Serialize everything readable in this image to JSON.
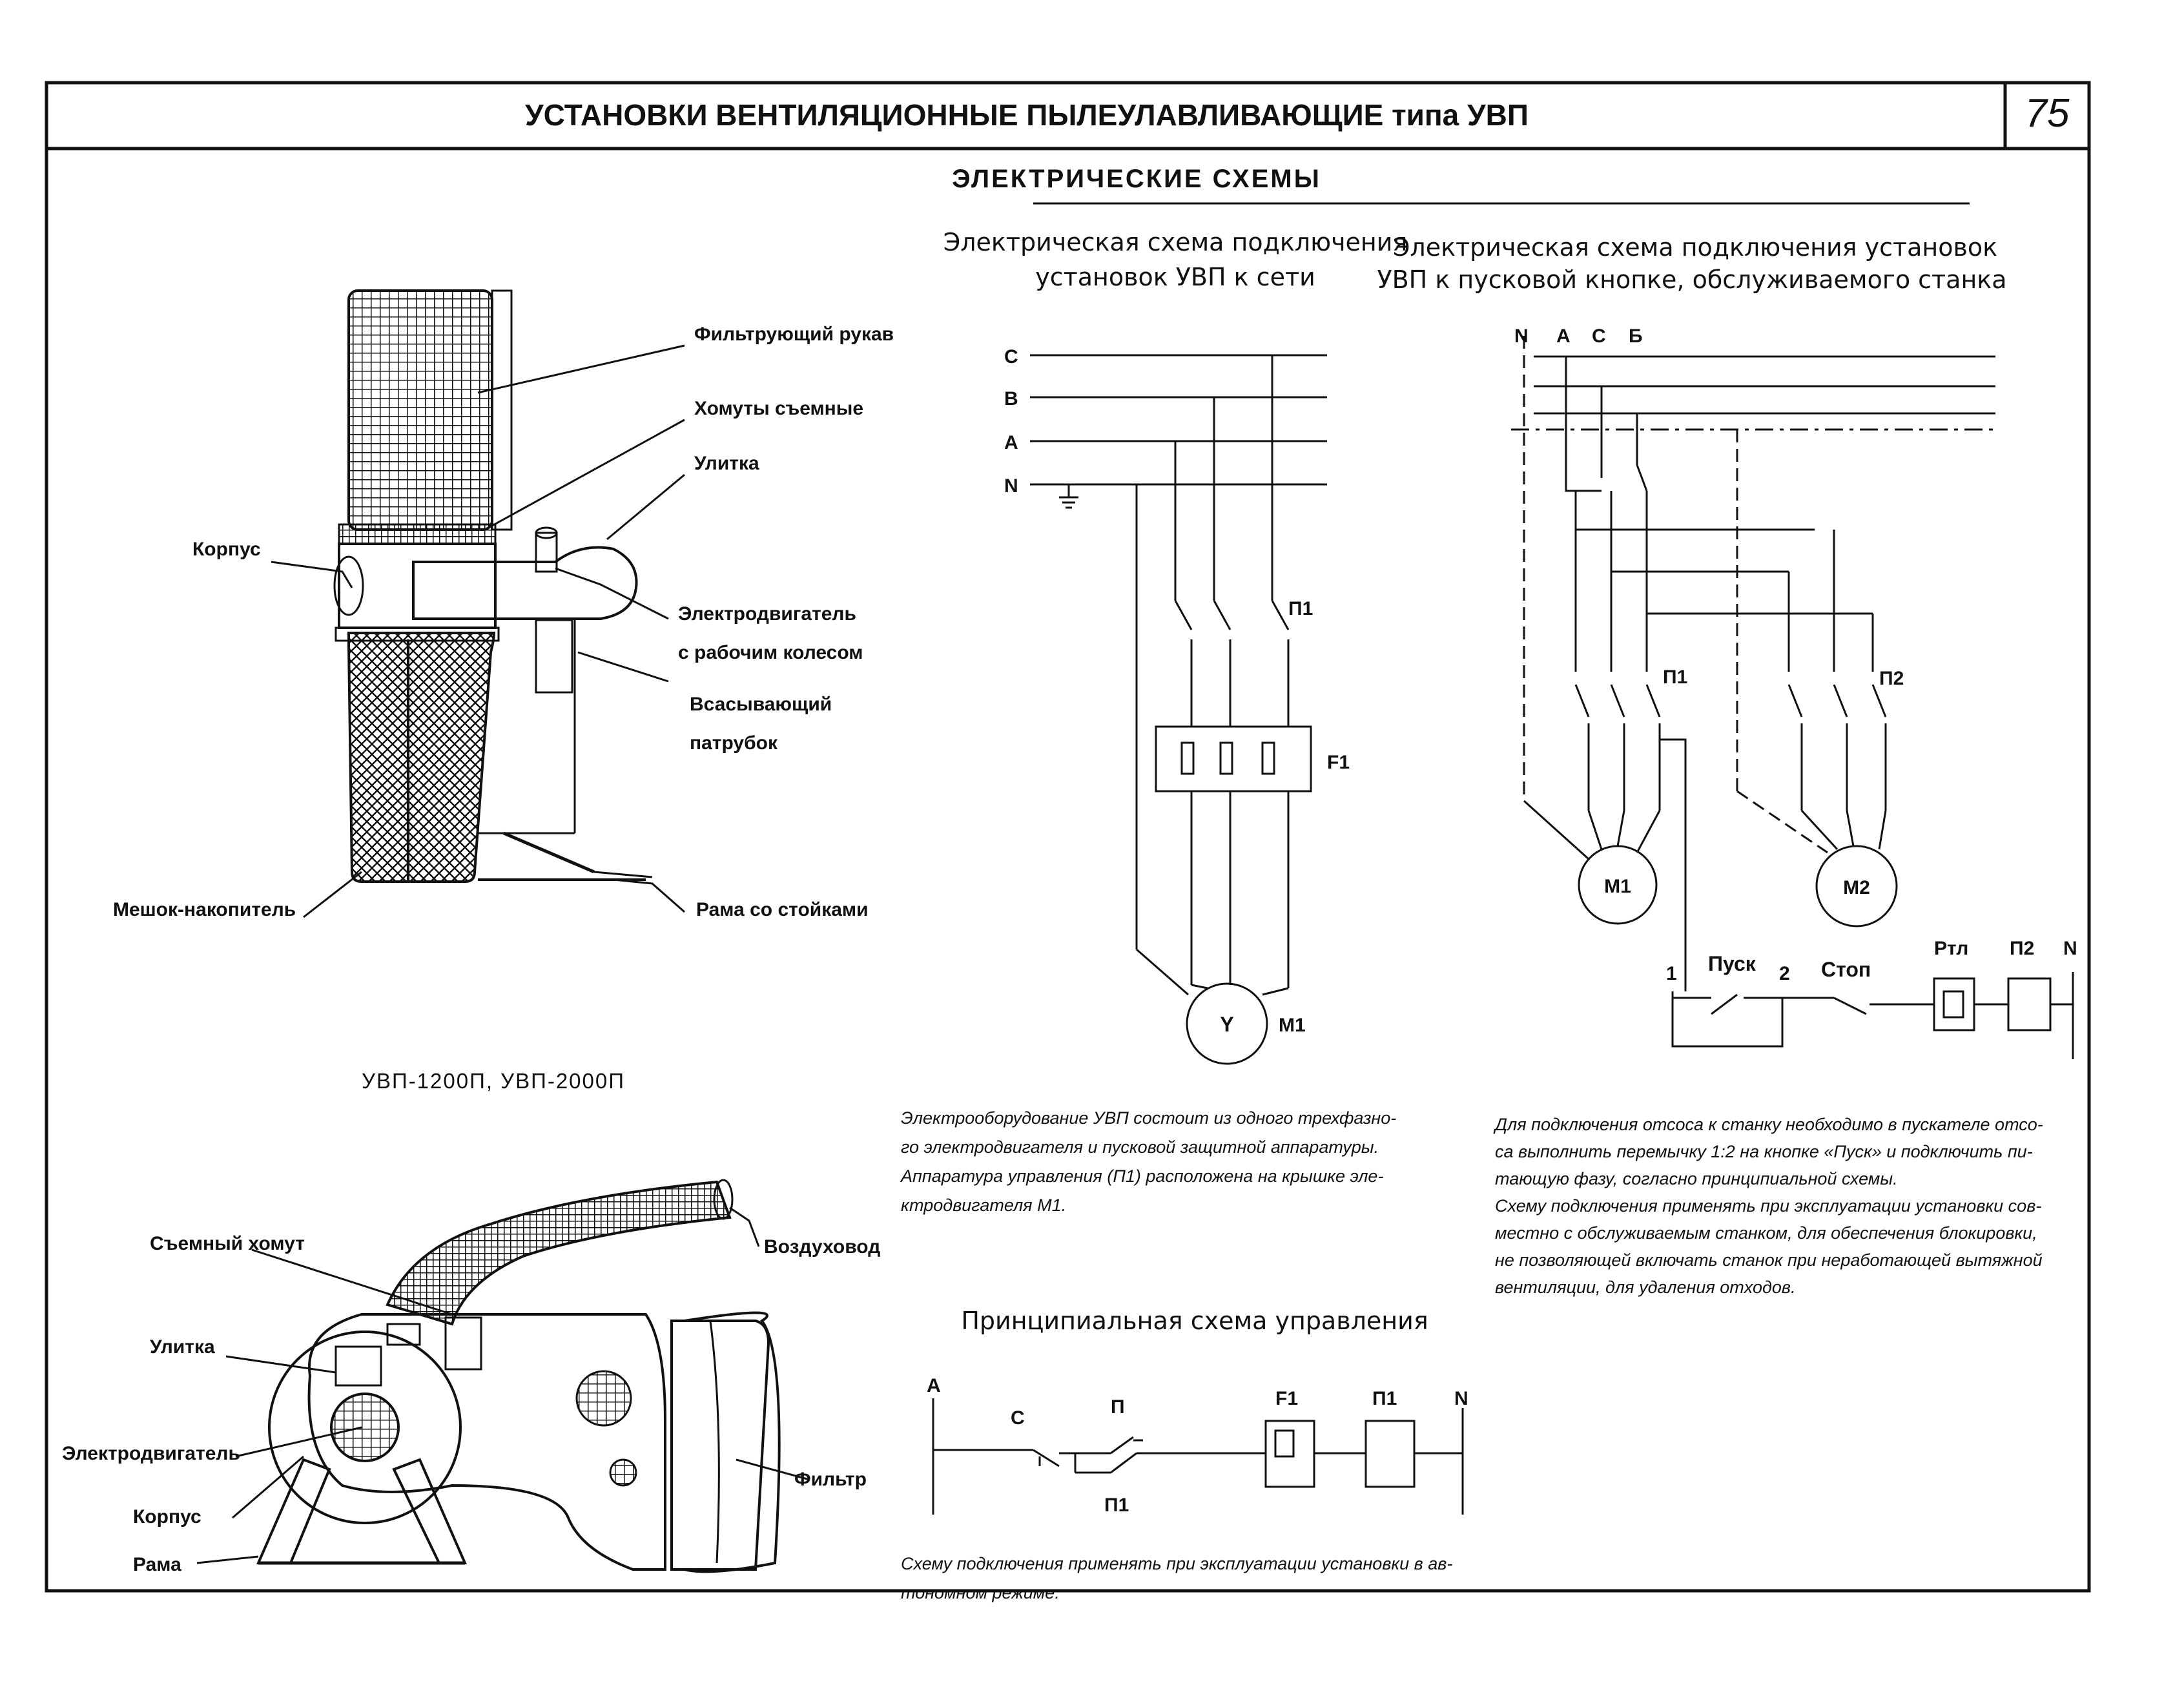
{
  "header": {
    "title": "УСТАНОВКИ ВЕНТИЛЯЦИОННЫЕ ПЫЛЕУЛАВЛИВАЮЩИЕ типа УВП",
    "page_number": "75"
  },
  "section_title": "ЭЛЕКТРИЧЕСКИЕ СХЕМЫ",
  "unit_top": {
    "labels": {
      "filter_sleeve": "Фильтрующий рукав",
      "clamps": "Хомуты съемные",
      "volute": "Улитка",
      "body": "Корпус",
      "motor_line1": "Электродвигатель",
      "motor_line2": "с рабочим колесом",
      "inlet_line1": "Всасывающий",
      "inlet_line2": "патрубок",
      "bag": "Мешок-накопитель",
      "frame": "Рама со стойками"
    },
    "caption": "УВП-1200П, УВП-2000П"
  },
  "unit_bottom": {
    "labels": {
      "clamp": "Съемный хомут",
      "duct": "Воздуховод",
      "volute": "Улитка",
      "motor": "Электродвигатель",
      "filter": "Фильтр",
      "body": "Корпус",
      "frame": "Рама"
    }
  },
  "schema_network": {
    "title_line1": "Электрическая схема подключения",
    "title_line2": "установок УВП к сети",
    "bus_c": "C",
    "bus_b": "B",
    "bus_a": "A",
    "bus_n": "N",
    "contactor": "П1",
    "fuse": "F1",
    "motor_symbol": "Y",
    "motor_label": "М1",
    "note": [
      "Электрооборудование УВП состоит из одного трехфазно-",
      "го электродвигателя и пусковой защитной аппаратуры.",
      "Аппаратура управления (П1) расположена на крышке эле-",
      "ктродвигателя М1."
    ]
  },
  "schema_machine": {
    "title_line1": "Электрическая схема подключения установок",
    "title_line2": "УВП к пусковой кнопке, обслуживаемого станка",
    "bus_n": "N",
    "bus_a": "А",
    "bus_c": "С",
    "bus_b": "Б",
    "contactor1": "П1",
    "contactor2": "П2",
    "motor1": "М1",
    "motor2": "М2",
    "node1": "1",
    "start": "Пуск",
    "node2": "2",
    "stop": "Стоп",
    "relay": "Ртл",
    "coil": "П2",
    "neutral": "N",
    "note": [
      "Для подключения отсоса к станку необходимо в пускателе отсо-",
      "са выполнить перемычку 1:2 на кнопке «Пуск» и подключить пи-",
      "тающую фазу, согласно принципиальной схемы.",
      "Схему подключения применять при эксплуатации установки сов-",
      "местно с обслуживаемым станком, для обеспечения блокировки,",
      "не позволяющей включать станок при неработающей вытяжной",
      "вентиляции, для удаления отходов."
    ]
  },
  "schema_control": {
    "title": "Принципиальная схема управления",
    "line_a": "A",
    "switch_c": "C",
    "contact_p": "П",
    "contact_p1": "П1",
    "fuse": "F1",
    "coil": "П1",
    "line_n": "N",
    "note": [
      "Схему подключения применять при эксплуатации установки в ав-",
      "тономном режиме."
    ]
  }
}
